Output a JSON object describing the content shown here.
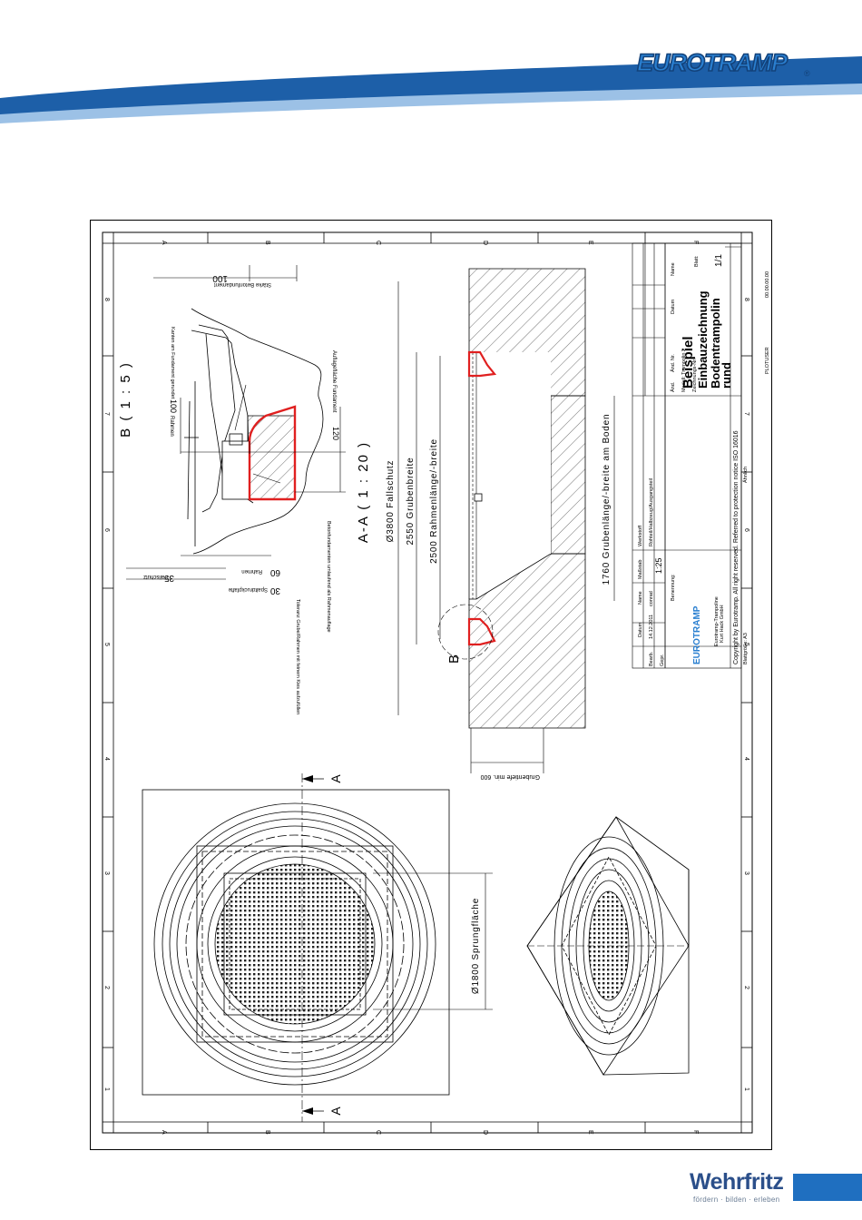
{
  "brand": {
    "logo_text": "EUROTRAMP",
    "reg": "®"
  },
  "footer": {
    "company": "Wehrfritz",
    "tagline": "fördern · bilden · erleben"
  },
  "colors": {
    "wave_dark": "#1d5fa8",
    "wave_light": "#9cc1e6",
    "highlight_red": "#e02020",
    "footer_box": "#1f6fc0"
  },
  "drawing": {
    "zone_letters": [
      "A",
      "B",
      "C",
      "D",
      "E",
      "F"
    ],
    "zone_numbers": [
      "1",
      "2",
      "3",
      "4",
      "5",
      "6",
      "7",
      "8"
    ],
    "view_b_title": "B ( 1 : 5 )",
    "section_title": "A-A ( 1 : 20 )",
    "section_marker": "A",
    "detail_marker": "B",
    "dim_fallschutz": "Ø3800 Fallschutz",
    "dim_grubenbreite": "2550 Grubenbreite",
    "dim_rahmen": "2500 Rahmenlänge/-breite",
    "dim_boden": "1760 Grubenlänge/-breite am Boden",
    "dim_tiefe": "Grubentiefe min. 600",
    "dim_sprung": "Ø1800 Sprungfläche",
    "detail": {
      "staerke": "100",
      "staerke_label": "Stärke Betonfundament",
      "kanten": "Kanten am Fundament gerundet",
      "rahmen_100": "100",
      "rahmen_100_label": "Rahmen",
      "auflage_120": "120",
      "auflage_label": "Auflagefläche Fundament",
      "fallschutz_35": "35",
      "fallschutz_label": "Fallschutz",
      "rahmen_60": "60",
      "rahmen_60_label": "Rahmen",
      "spalt_30": "30",
      "spalt_label": "Spaltdruckpfafte",
      "toleranz": "Toleranz Grube/Rahmen mit feinem Kies aufzufüllen",
      "beton": "Betonfundamenten umlaufend als Rahmenauflage"
    },
    "title_block": {
      "datum_label": "Datum",
      "name_label": "Name",
      "bearb_label": "Bearb.",
      "gepr_label": "Gepr.",
      "bearb_date": "14.12.2011",
      "bearb_name": "conrad",
      "massstab_label": "Maßstab",
      "massstab": "1:25",
      "werkstoff_label": "Werkstoff",
      "rohteil": "Rohteil/Halbzeug/Ausgangsteil",
      "benennung_label": "Benennung:",
      "title_line1": "Beispiel",
      "title_line2": "Einbauzeichnung",
      "title_line3": "Bodentrampolin",
      "title_line4": "rund",
      "company_a": "Eurotramp-Trampoline",
      "company_b": "Kurt Hack GmbH",
      "logo_small": "EUROTRAMP",
      "zeichnungs_nr": "Zeichnungs-Nr:",
      "modell": "Modell: Trampolin 2",
      "aend": "Änd.",
      "aend_nr": "Änd. Nr.",
      "datum2": "Datum",
      "name2": "Name",
      "blatt_label": "Blatt:",
      "blatt": "1/1",
      "copyright": "Copyright by Eurotramp. All right reserved. Referred to protection notice ISO 16016",
      "blattgroesse": "Blattgröße: A3",
      "aehnlich": "Ähnlich",
      "plotuser": "PLOTUSER",
      "code": "00.00.00.00"
    }
  }
}
